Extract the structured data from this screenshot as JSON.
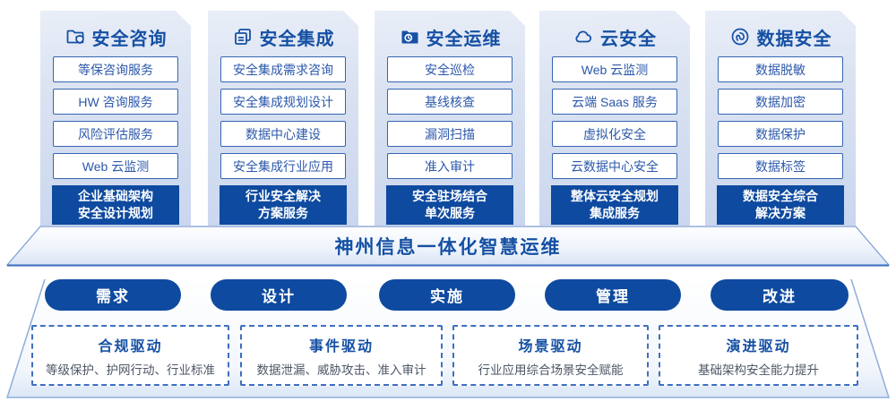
{
  "palette": {
    "primary_blue": "#0e4a9f",
    "title_blue": "#1550a4",
    "box_border_blue": "#3565b2",
    "box_text_blue": "#2c58ab",
    "dashed_border_blue": "#3f6fc0",
    "subtitle_gray": "#4d5766",
    "card_gradient_top": "#e9eef8",
    "card_gradient_bottom": "#c9d6ee"
  },
  "columns": [
    {
      "icon": "folder-shield-icon",
      "title": "安全咨询",
      "items": [
        "等保咨询服务",
        "HW 咨询服务",
        "风险评估服务",
        "Web 云监测"
      ],
      "footer_line1": "企业基础架构",
      "footer_line2": "安全设计规划"
    },
    {
      "icon": "stacked-docs-icon",
      "title": "安全集成",
      "items": [
        "安全集成需求咨询",
        "安全集成规划设计",
        "数据中心建设",
        "安全集成行业应用"
      ],
      "footer_line1": "行业安全解决",
      "footer_line2": "方案服务"
    },
    {
      "icon": "folder-clock-icon",
      "title": "安全运维",
      "items": [
        "安全巡检",
        "基线核查",
        "漏洞扫描",
        "准入审计"
      ],
      "footer_line1": "安全驻场结合",
      "footer_line2": "单次服务"
    },
    {
      "icon": "cloud-icon",
      "title": "云安全",
      "items": [
        "Web 云监测",
        "云端 Saas 服务",
        "虚拟化安全",
        "云数据中心安全"
      ],
      "footer_line1": "整体云安全规划",
      "footer_line2": "集成服务"
    },
    {
      "icon": "fingerprint-icon",
      "title": "数据安全",
      "items": [
        "数据脱敏",
        "数据加密",
        "数据保护",
        "数据标签"
      ],
      "footer_line1": "数据安全综合",
      "footer_line2": "解决方案"
    }
  ],
  "banner": {
    "title": "神州信息一体化智慧运维"
  },
  "pills": [
    "需求",
    "设计",
    "实施",
    "管理",
    "改进"
  ],
  "drivers": [
    {
      "title": "合规驱动",
      "desc": "等级保护、护网行动、行业标准"
    },
    {
      "title": "事件驱动",
      "desc": "数据泄漏、威胁攻击、准入审计"
    },
    {
      "title": "场景驱动",
      "desc": "行业应用综合场景安全赋能"
    },
    {
      "title": "演进驱动",
      "desc": "基础架构安全能力提升"
    }
  ]
}
